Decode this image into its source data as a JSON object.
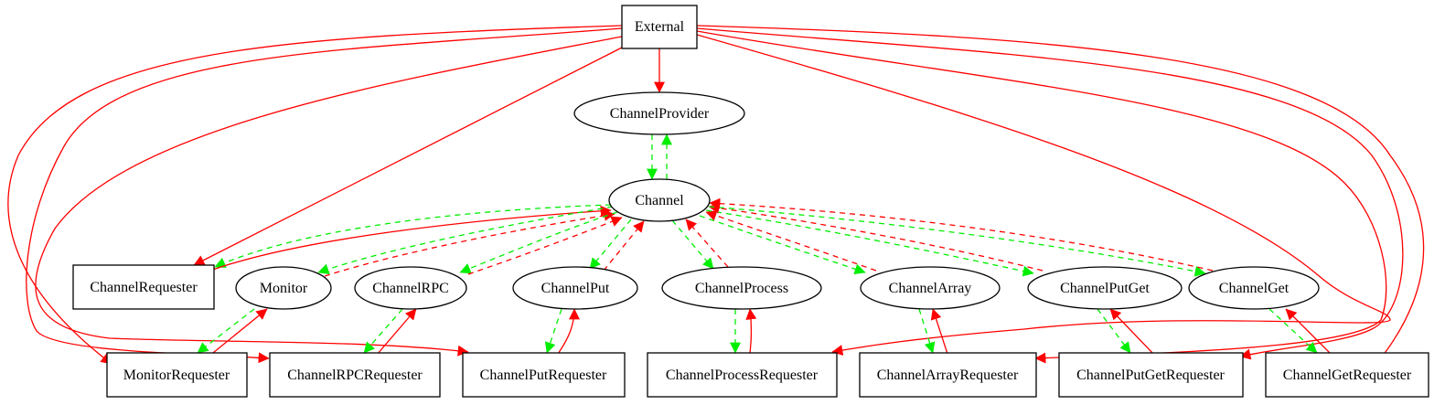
{
  "colors": {
    "ownership": "#ff0000",
    "interface": "#00ee00",
    "node_border": "#000000",
    "background": "#ffffff"
  },
  "nodes": {
    "external": "External",
    "channel_provider": "ChannelProvider",
    "channel": "Channel",
    "channel_requester": "ChannelRequester",
    "monitor": "Monitor",
    "channel_rpc": "ChannelRPC",
    "channel_put": "ChannelPut",
    "channel_process": "ChannelProcess",
    "channel_array": "ChannelArray",
    "channel_put_get": "ChannelPutGet",
    "channel_get": "ChannelGet",
    "monitor_requester": "MonitorRequester",
    "channel_rpc_requester": "ChannelRPCRequester",
    "channel_put_requester": "ChannelPutRequester",
    "channel_process_requester": "ChannelProcessRequester",
    "channel_array_requester": "ChannelArrayRequester",
    "channel_put_get_requester": "ChannelPutGetRequester",
    "channel_get_requester": "ChannelGetRequester"
  }
}
